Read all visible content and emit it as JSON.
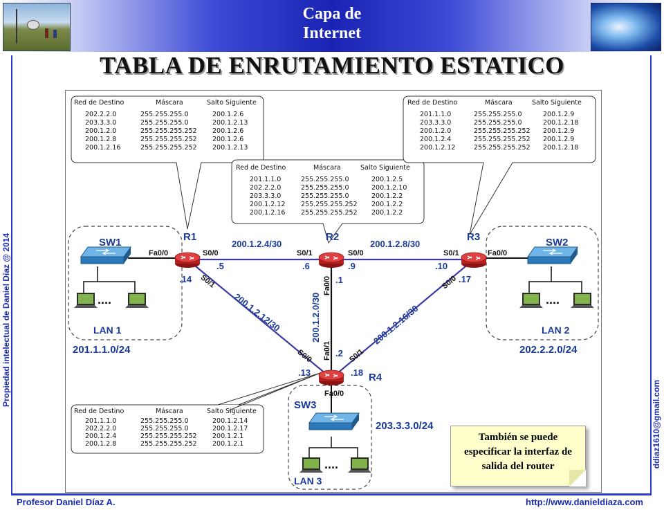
{
  "header": {
    "title_line1": "Capa de",
    "title_line2": "Internet"
  },
  "title": "TABLA DE ENRUTAMIENTO ESTATICO",
  "sidebar_left": "Propiedad intelectual de Daniel Díaz @ 2014",
  "sidebar_right": "ddiaz1610@gmail.com",
  "footer": {
    "author": "Profesor Daniel Díaz A.",
    "url": "http://www.danieldiaza.com"
  },
  "table_headers": [
    "Red de Destino",
    "Máscara",
    "Salto Siguiente"
  ],
  "tables": {
    "r1": [
      [
        "202.2.2.0",
        "255.255.255.0",
        "200.1.2.6"
      ],
      [
        "203.3.3.0",
        "255.255.255.0",
        "200.1.2.13"
      ],
      [
        "200.1.2.0",
        "255.255.255.252",
        "200.1.2.6"
      ],
      [
        "200.1.2.8",
        "255.255.255.252",
        "200.1.2.6"
      ],
      [
        "200.1.2.16",
        "255.255.255.252",
        "200.1.2.13"
      ]
    ],
    "r2": [
      [
        "201.1.1.0",
        "255.255.255.0",
        "200.1.2.5"
      ],
      [
        "202.2.2.0",
        "255.255.255.0",
        "200.1.2.10"
      ],
      [
        "203.3.3.0",
        "255.255.255.0",
        "200.1.2.2"
      ],
      [
        "200.1.2.12",
        "255.255.255.252",
        "200.1.2.2"
      ],
      [
        "200.1.2.16",
        "255.255.255.252",
        "200.1.2.2"
      ]
    ],
    "r3": [
      [
        "201.1.1.0",
        "255.255.255.0",
        "200.1.2.9"
      ],
      [
        "203.3.3.0",
        "255.255.255.0",
        "200.1.2.18"
      ],
      [
        "200.1.2.0",
        "255.255.255.252",
        "200.1.2.9"
      ],
      [
        "200.1.2.4",
        "255.255.255.252",
        "200.1.2.9"
      ],
      [
        "200.1.2.12",
        "255.255.255.252",
        "200.1.2.18"
      ]
    ],
    "r4": [
      [
        "201.1.1.0",
        "255.255.255.0",
        "200.1.2.14"
      ],
      [
        "202.2.2.0",
        "255.255.255.0",
        "200.1.2.17"
      ],
      [
        "200.1.2.4",
        "255.255.255.252",
        "200.1.2.1"
      ],
      [
        "200.1.2.8",
        "255.255.255.252",
        "200.1.2.1"
      ]
    ]
  },
  "devices": {
    "r1": "R1",
    "r2": "R2",
    "r3": "R3",
    "r4": "R4",
    "sw1": "SW1",
    "sw2": "SW2",
    "sw3": "SW3"
  },
  "interfaces": {
    "r1_fa": "Fa0/0",
    "r1_s0": "S0/0",
    "r1_s1": "S0/1",
    "r2_s1": "S0/1",
    "r2_s0": "S0/0",
    "r2_fa": "Fa0/0",
    "r3_s1": "S0/1",
    "r3_s0": "S0/0",
    "r3_fa": "Fa0/0",
    "r4_fa1": "Fa0/1",
    "r4_s0": "S0/0",
    "r4_s1": "S0/1",
    "r4_fa0": "Fa0/0"
  },
  "ips": {
    "r1_s0": ".5",
    "r1_s1": ".14",
    "r2_s1": ".6",
    "r2_s0": ".9",
    "r2_fa": ".1",
    "r3_s1": ".10",
    "r3_s0": ".17",
    "r4_fa1": ".2",
    "r4_s0": ".13",
    "r4_s1": ".18"
  },
  "links": {
    "r1_r2": "200.1.2.4/30",
    "r2_r3": "200.1.2.8/30",
    "r2_r4": "200.1.2.0/30",
    "r1_r4": "200.1.2.12/30",
    "r3_r4": "200.1.2.16/30"
  },
  "lans": {
    "lan1": "LAN 1",
    "lan2": "LAN 2",
    "lan3": "LAN 3"
  },
  "networks": {
    "lan1": "201.1.1.0/24",
    "lan2": "202.2.2.0/24",
    "lan3": "203.3.3.0/24"
  },
  "ellipsis": "....",
  "note": {
    "text": "También se puede especificar la interfaz de salida del router"
  },
  "colors": {
    "link": "#3a3aa0",
    "router": "#cc2a2a",
    "switch": "#3b8fd0",
    "accent": "#2b3cc8"
  }
}
